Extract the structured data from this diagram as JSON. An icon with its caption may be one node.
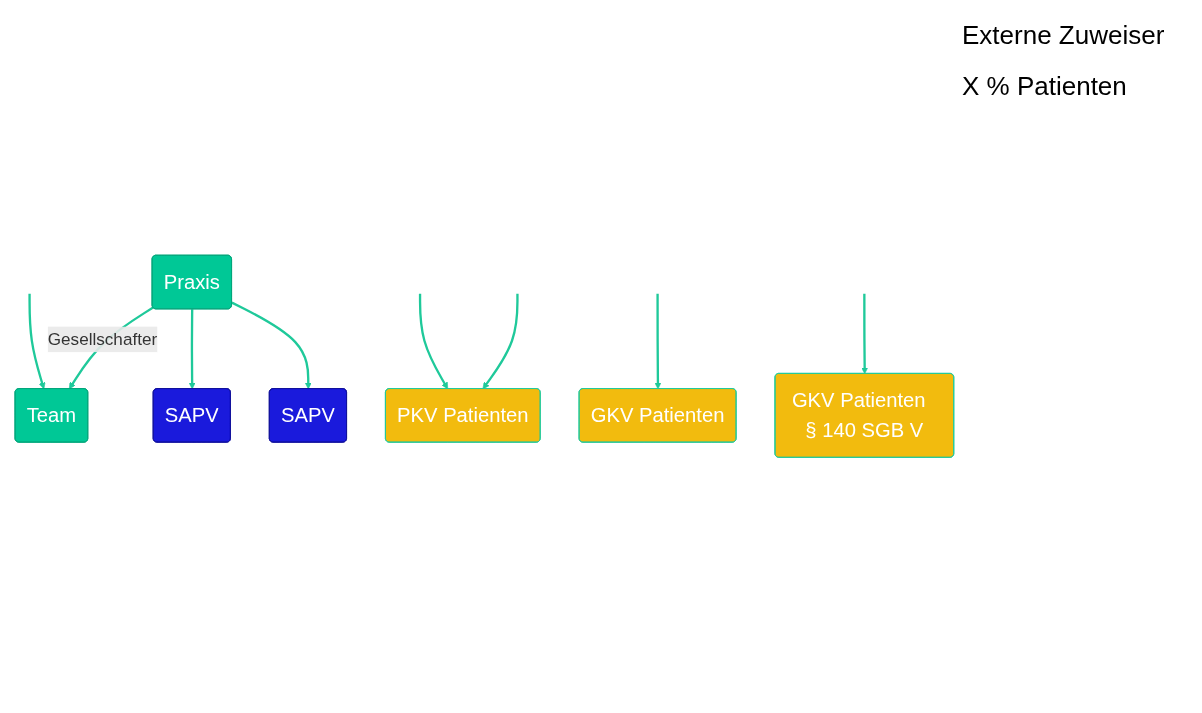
{
  "diagram": {
    "nodes": [
      {
        "text": [
          "Praxis"
        ]
      },
      {
        "text": [
          "Team"
        ]
      },
      {
        "text": [
          "PKV Patienten"
        ]
      },
      {
        "text": [
          "GKV Patienten"
        ]
      },
      {
        "text": [
          "GKV Patienten  § 140 SGB V"
        ]
      },
      {
        "text": [
          "SAPV"
        ]
      },
      {
        "text": [
          "SAPV"
        ]
      }
    ],
    "edges": [
      {
        "from": 0,
        "to": 1,
        "arrow": "to",
        "label": "Gesellschafter"
      },
      {
        "from": null,
        "to": 2,
        "arrow": "to"
      },
      {
        "from": null,
        "to": 2,
        "arrow": "to"
      },
      {
        "from": null,
        "to": 3,
        "arrow": "to"
      },
      {
        "from": null,
        "to": 4,
        "arrow": "to"
      },
      {
        "from": null,
        "to": 1,
        "arrow": "to"
      },
      {
        "from": 0,
        "to": 5,
        "arrow": "to"
      },
      {
        "from": 0,
        "to": 6,
        "arrow": "to"
      }
    ],
    "labels": [
      "Externe Zuweiser",
      "X % Patienten"
    ]
  }
}
